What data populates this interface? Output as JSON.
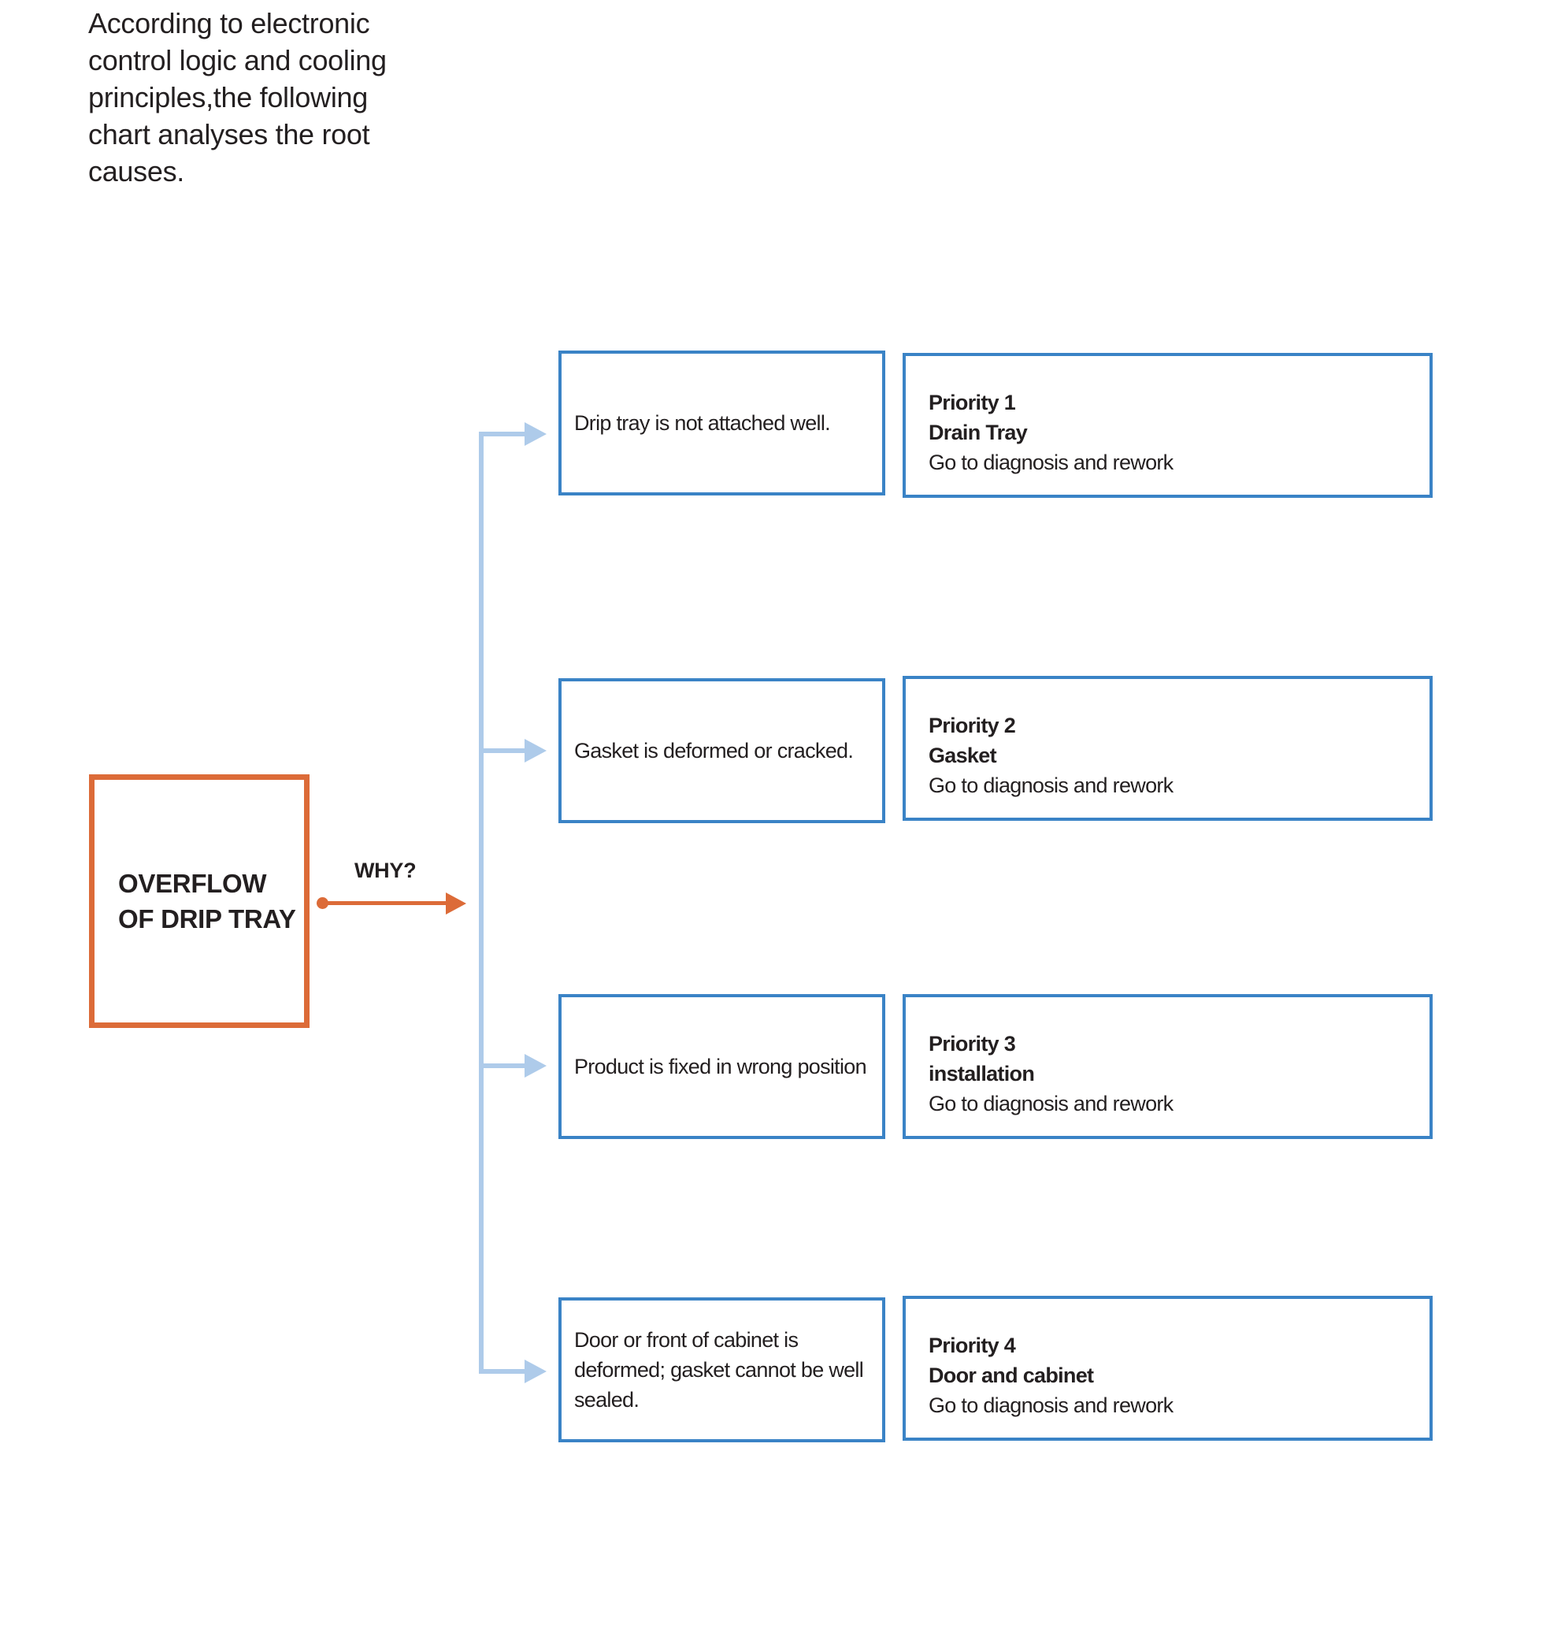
{
  "intro": {
    "lines": [
      "According to electronic",
      "control logic and cooling",
      "principles,the following",
      "chart analyses the root",
      "causes."
    ]
  },
  "problem": {
    "line1": "OVERFLOW",
    "line2": "OF DRIP TRAY"
  },
  "connector": {
    "why_label": "WHY?"
  },
  "rows": [
    {
      "cause": "Drip tray is not attached well.",
      "priority": {
        "title": "Priority 1",
        "subject": "Drain Tray",
        "action": "Go to diagnosis and rework"
      }
    },
    {
      "cause": "Gasket is deformed or cracked.",
      "priority": {
        "title": "Priority 2",
        "subject": "Gasket",
        "action": "Go to diagnosis and rework"
      }
    },
    {
      "cause": "Product is fixed in wrong position",
      "priority": {
        "title": "Priority 3",
        "subject": "installation",
        "action": "Go to diagnosis and rework"
      }
    },
    {
      "cause": "Door or front of cabinet is deformed; gasket cannot be well sealed.",
      "priority": {
        "title": "Priority 4",
        "subject": "Door and cabinet",
        "action": "Go to diagnosis and rework"
      }
    }
  ],
  "colors": {
    "accent_orange": "#DC6B38",
    "box_border_blue": "#3A83C6",
    "connector_light_blue": "#AECBEA",
    "text": "#231F20"
  }
}
